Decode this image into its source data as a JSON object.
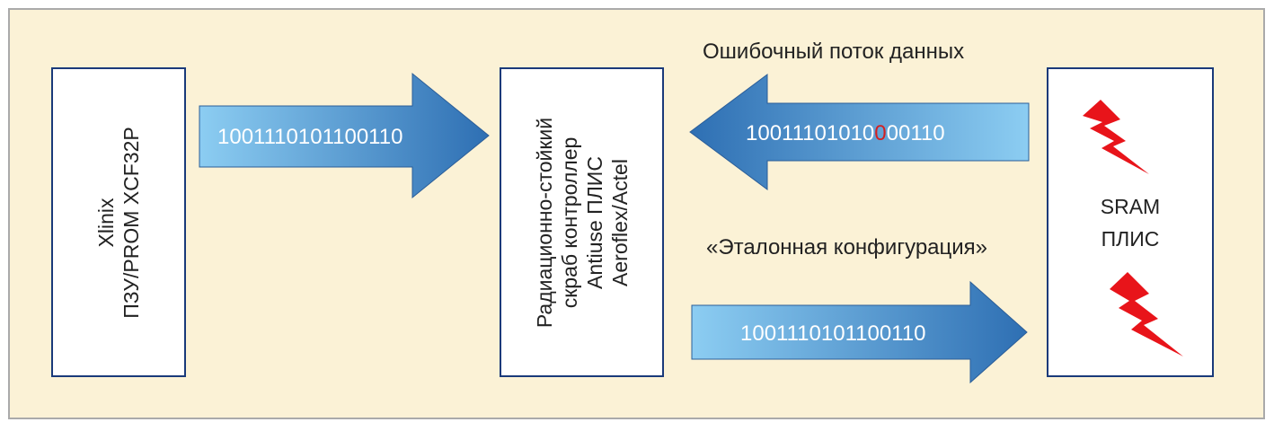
{
  "rom_box": {
    "lines": [
      "Xlinix",
      "ПЗУ/PROM XCF32P"
    ]
  },
  "controller_box": {
    "lines": [
      "Радиационно-стойкий",
      "скраб контроллер",
      "Antiuse ПЛИС",
      "Aeroflex/Actel"
    ]
  },
  "sram_box": {
    "lines": [
      "SRAM",
      "ПЛИС"
    ]
  },
  "arrows": {
    "rom_to_controller": {
      "bits": "1001110101100110"
    },
    "sram_to_controller": {
      "label": "Ошибочный поток данных",
      "bits_before": "10011101010",
      "bits_error": "0",
      "bits_after": "00110"
    },
    "controller_to_sram": {
      "label": "«Эталонная конфигурация»",
      "bits": "1001110101100110"
    }
  },
  "colors": {
    "arrow_dark": "#2e6fb3",
    "arrow_light": "#8ccdf2",
    "error_bit": "#d42020",
    "lightning": "#e8141a",
    "background": "#fbf2d6"
  },
  "icons": [
    "lightning-bolt-icon",
    "lightning-bolt-icon"
  ]
}
